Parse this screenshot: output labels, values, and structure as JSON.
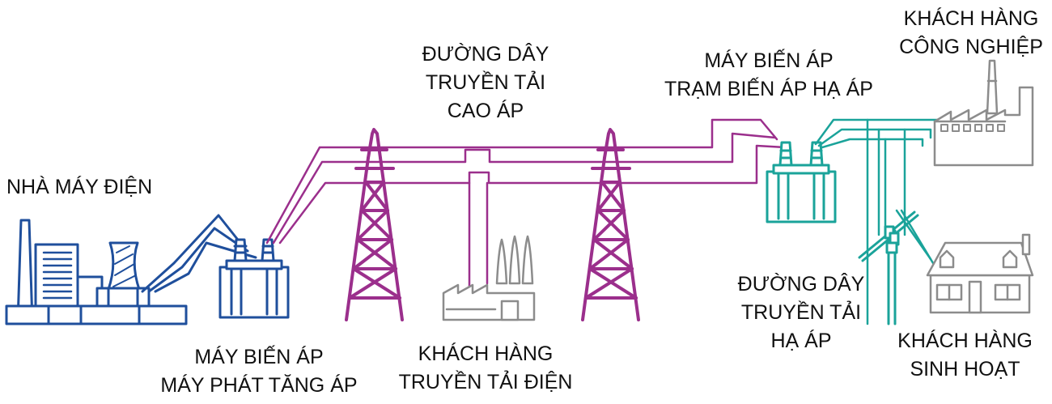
{
  "colors": {
    "power_plant": "#1f4f9c",
    "transmission": "#9b2f8c",
    "distribution": "#1aa39a",
    "customer_building": "#8c8c8c",
    "text": "#111111"
  },
  "labels": {
    "power_plant": [
      "NHÀ MÁY ĐIỆN"
    ],
    "step_up_transformer": [
      "MÁY BIẾN ÁP",
      "MÁY PHÁT TĂNG ÁP"
    ],
    "hv_line": [
      "ĐƯỜNG DÂY",
      "TRUYỀN TẢI",
      "CAO ÁP"
    ],
    "transmission_customer": [
      "KHÁCH HÀNG",
      "TRUYỀN TẢI ĐIỆN"
    ],
    "step_down_transformer": [
      "MÁY BIẾN ÁP",
      "TRẠM BIẾN ÁP HẠ ÁP"
    ],
    "industrial_customer": [
      "KHÁCH HÀNG",
      "CÔNG NGHIỆP"
    ],
    "lv_line": [
      "ĐƯỜNG DÂY",
      "TRUYỀN TẢI",
      "HẠ ÁP"
    ],
    "residential_customer": [
      "KHÁCH HÀNG",
      "SINH HOẠT"
    ]
  },
  "icons": [
    "power-plant-icon",
    "step-up-transformer-icon",
    "transmission-tower-icon",
    "factory-icon",
    "step-down-transformer-icon",
    "utility-pole-icon",
    "house-icon"
  ]
}
